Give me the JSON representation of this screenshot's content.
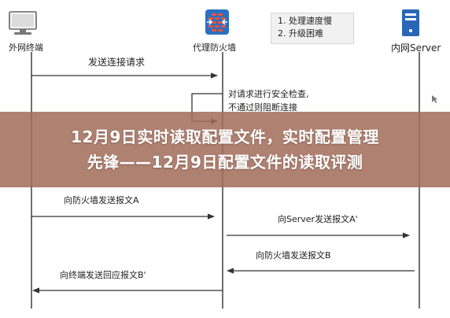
{
  "diagram": {
    "actors": [
      {
        "name": "外网终端",
        "icon": "computer-icon"
      },
      {
        "name": "代理防火墙",
        "icon": "firewall-icon"
      },
      {
        "name": "内网Server",
        "icon": "server-icon"
      }
    ],
    "note": {
      "lines": [
        "1. 处理速度慢",
        "2. 升级困难"
      ]
    },
    "messages": [
      "发送连接请求",
      "对请求进行安全检查,\n不通过则阻断连接",
      "向防火墙发送报文A",
      "向Server发送报文A'",
      "向防火墙发送报文B",
      "向终端发送回应报文B'"
    ]
  },
  "overlay": {
    "title_line1": "12月9日实时读取配置文件，实时配置管理",
    "title_line2": "先锋——12月9日配置文件的读取评测"
  },
  "colors": {
    "overlay_band": "#a26c5a",
    "firewall_blue": "#2b6fc2",
    "server_blue": "#2a66b6",
    "line": "#333333"
  }
}
